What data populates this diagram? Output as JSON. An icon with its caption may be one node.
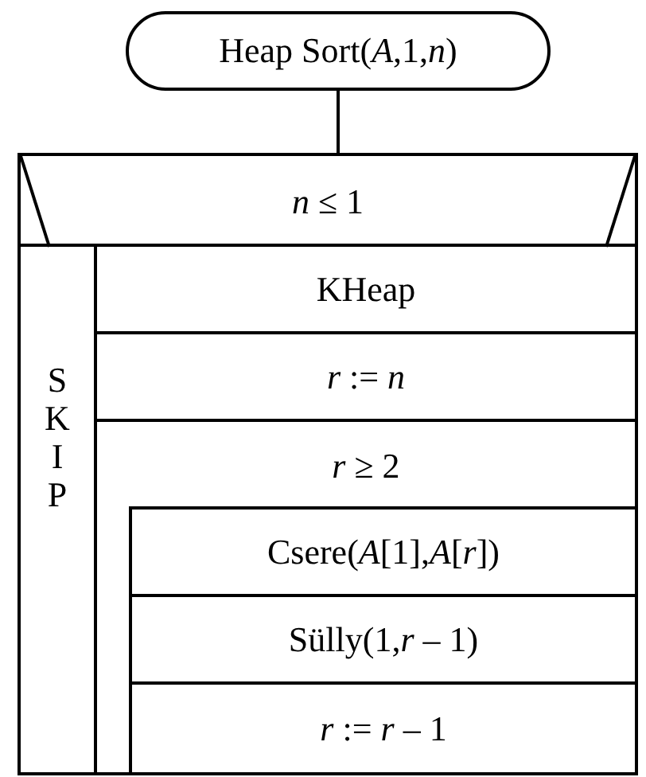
{
  "diagram": {
    "nodes": [
      {
        "text": [
          "Heap Sort(*A*,1,*n*)"
        ]
      },
      {
        "text": [
          "*n* ≤ 1"
        ]
      },
      {
        "text": [
          "SKIP"
        ],
        "in": 1
      },
      {
        "text": [
          "KHeap"
        ],
        "in": 1
      },
      {
        "text": [
          "*r* := *n*"
        ],
        "in": 1
      },
      {
        "text": [
          "*r* ≥ 2"
        ],
        "in": 1
      },
      {
        "text": [
          "Csere(*A*[1],*A*[*r*])"
        ],
        "in": 5
      },
      {
        "text": [
          "Sülly(1,*r* – 1)"
        ],
        "in": 5
      },
      {
        "text": [
          "*r* := *r* – 1"
        ],
        "in": 5
      }
    ],
    "edges": [
      {
        "from": 0,
        "to": 1,
        "arrow": "none"
      }
    ]
  }
}
